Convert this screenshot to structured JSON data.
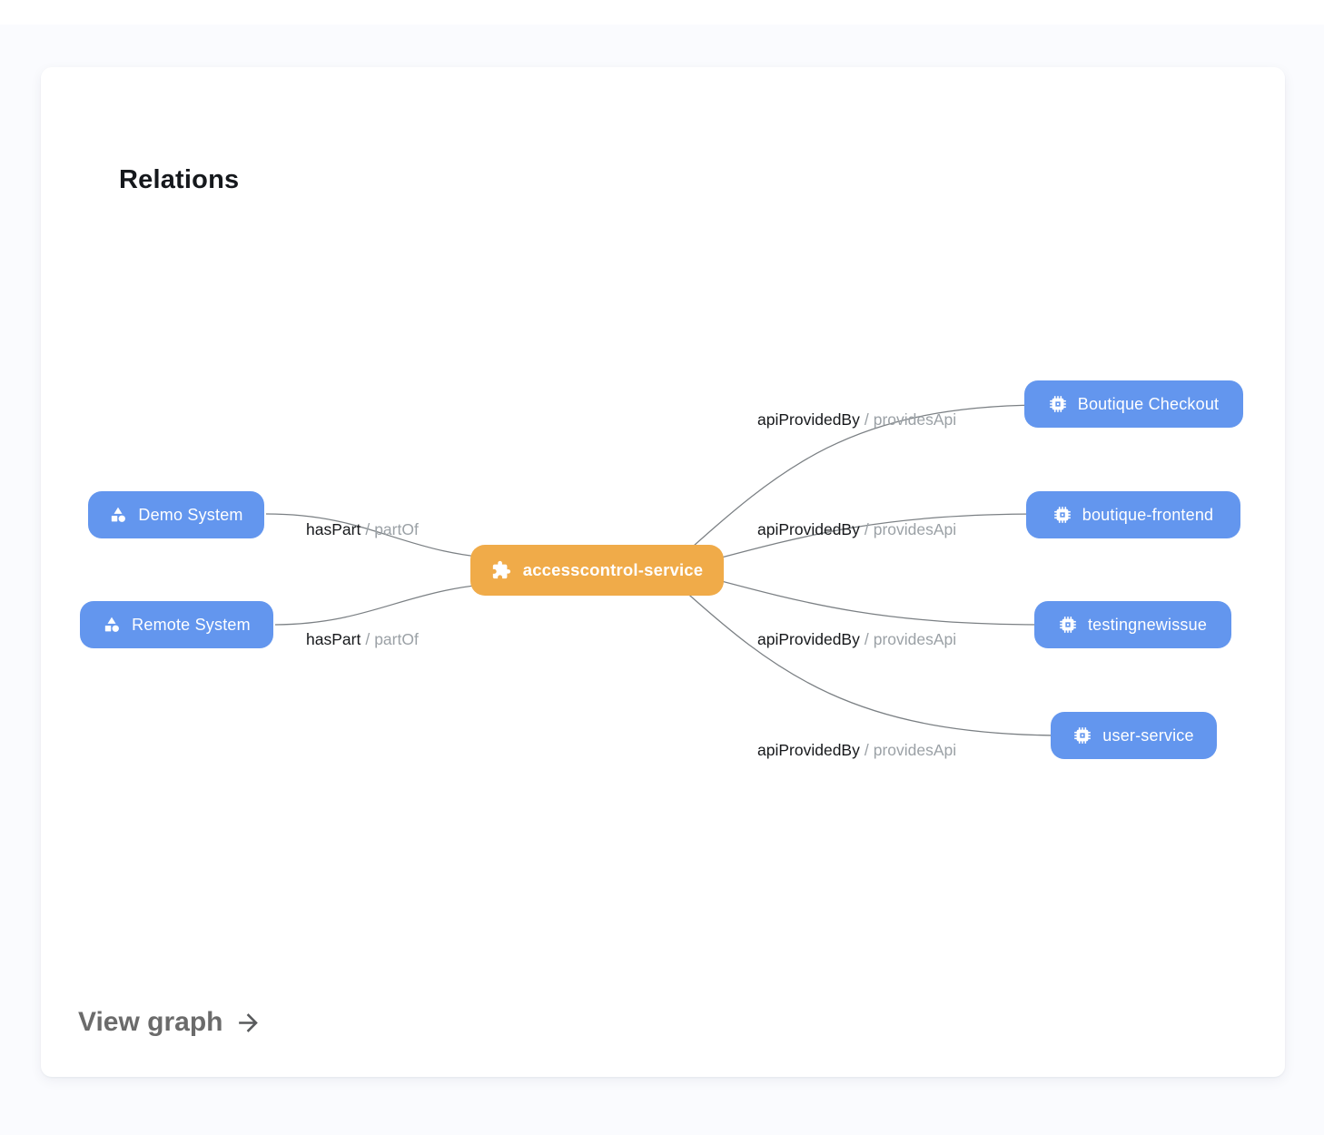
{
  "title": "Relations",
  "view_graph": {
    "label": "View graph",
    "icon": "arrow-right-icon"
  },
  "colors": {
    "page_bg": "#fafbfe",
    "card_bg": "#ffffff",
    "node_blue": "#6396ee",
    "node_orange": "#f0ab49",
    "node_text": "#ffffff",
    "edge_line": "#6d7277",
    "edge_label_primary": "#16181b",
    "edge_label_secondary": "#9ba1a6",
    "view_graph_text": "#6b6b6b"
  },
  "graph": {
    "center_node": {
      "label": "accesscontrol-service",
      "icon": "puzzle-icon"
    },
    "nodes": [
      {
        "label": "Demo System",
        "icon": "system-icon",
        "side": "left"
      },
      {
        "label": "Remote System",
        "icon": "system-icon",
        "side": "left"
      },
      {
        "label": "Boutique Checkout",
        "icon": "api-chip-icon",
        "side": "right"
      },
      {
        "label": "boutique-frontend",
        "icon": "api-chip-icon",
        "side": "right"
      },
      {
        "label": "testingnewissue",
        "icon": "api-chip-icon",
        "side": "right"
      },
      {
        "label": "user-service",
        "icon": "api-chip-icon",
        "side": "right"
      }
    ],
    "edge_labels": [
      {
        "primary": "hasPart",
        "separator": "/",
        "secondary": "partOf"
      },
      {
        "primary": "hasPart",
        "separator": "/",
        "secondary": "partOf"
      },
      {
        "primary": "apiProvidedBy",
        "separator": "/",
        "secondary": "providesApi"
      },
      {
        "primary": "apiProvidedBy",
        "separator": "/",
        "secondary": "providesApi"
      },
      {
        "primary": "apiProvidedBy",
        "separator": "/",
        "secondary": "providesApi"
      },
      {
        "primary": "apiProvidedBy",
        "separator": "/",
        "secondary": "providesApi"
      }
    ]
  }
}
